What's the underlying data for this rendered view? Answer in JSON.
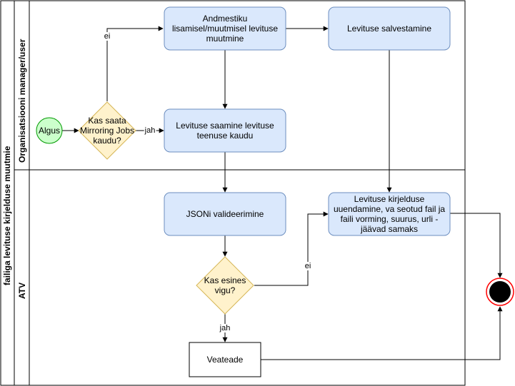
{
  "pool": {
    "title": "failiga levituse kirjelduse muutmie"
  },
  "lanes": [
    {
      "id": "lane-manager",
      "title": "Organisatsiooni manager/user"
    },
    {
      "id": "lane-atv",
      "title": "ATV"
    }
  ],
  "nodes": {
    "start": "Algus",
    "decision_mirroring": "Kas saata Mirroring Jobs kaudu?",
    "task_change": "Andmestiku lisamisel/muutmisel levituse muutmine",
    "task_save": "Levituse salvestamine",
    "task_receive": "Levituse saamine levituse teenuse kaudu",
    "task_validate": "JSONi valideerimine",
    "decision_errors": "Kas esines vigu?",
    "task_update": "Levituse kirjelduse uuendamine, va seotud fail ja faili vorming, suurus, urli - jäävad samaks",
    "task_error": "Veateade"
  },
  "edges": {
    "mirroring_no": "ei",
    "mirroring_yes": "jah",
    "errors_no": "ei",
    "errors_yes": "jah"
  },
  "colors": {
    "task_fill": "#dae8fc",
    "task_stroke": "#6c8ebf",
    "decision_fill": "#fff2cc",
    "decision_stroke": "#d6b656",
    "start_fill": "#ccffcc",
    "start_stroke": "#009900",
    "end_ring": "#ff0000",
    "end_fill": "#000000"
  }
}
